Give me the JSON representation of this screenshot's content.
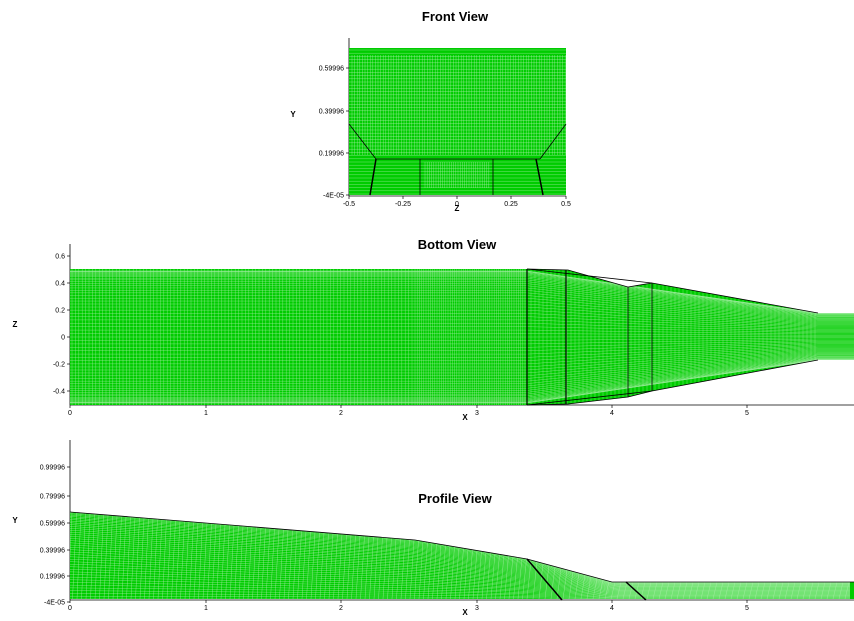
{
  "colors": {
    "mesh_fill": "#00cc00",
    "mesh_line": "#ffffff",
    "edge": "#000000",
    "background": "#ffffff"
  },
  "front_view": {
    "title": "Front View",
    "xlabel": "Z",
    "ylabel": "Y",
    "x_ticks": [
      "-0.5",
      "-0.25",
      "0",
      "0.25",
      "0.5"
    ],
    "y_ticks": [
      "0.59996",
      "0.39996",
      "0.19996",
      "-4E-05"
    ]
  },
  "bottom_view": {
    "title": "Bottom View",
    "xlabel": "X",
    "ylabel": "Z",
    "x_ticks": [
      "0",
      "1",
      "2",
      "3",
      "4",
      "5"
    ],
    "y_ticks": [
      "0.6",
      "0.4",
      "0.2",
      "0",
      "-0.2",
      "-0.4"
    ]
  },
  "profile_view": {
    "title": "Profile View",
    "xlabel": "X",
    "ylabel": "Y",
    "x_ticks": [
      "0",
      "1",
      "2",
      "3",
      "4",
      "5"
    ],
    "y_ticks": [
      "0.99996",
      "0.79996",
      "0.59996",
      "0.39996",
      "0.19996",
      "-4E-05"
    ]
  }
}
